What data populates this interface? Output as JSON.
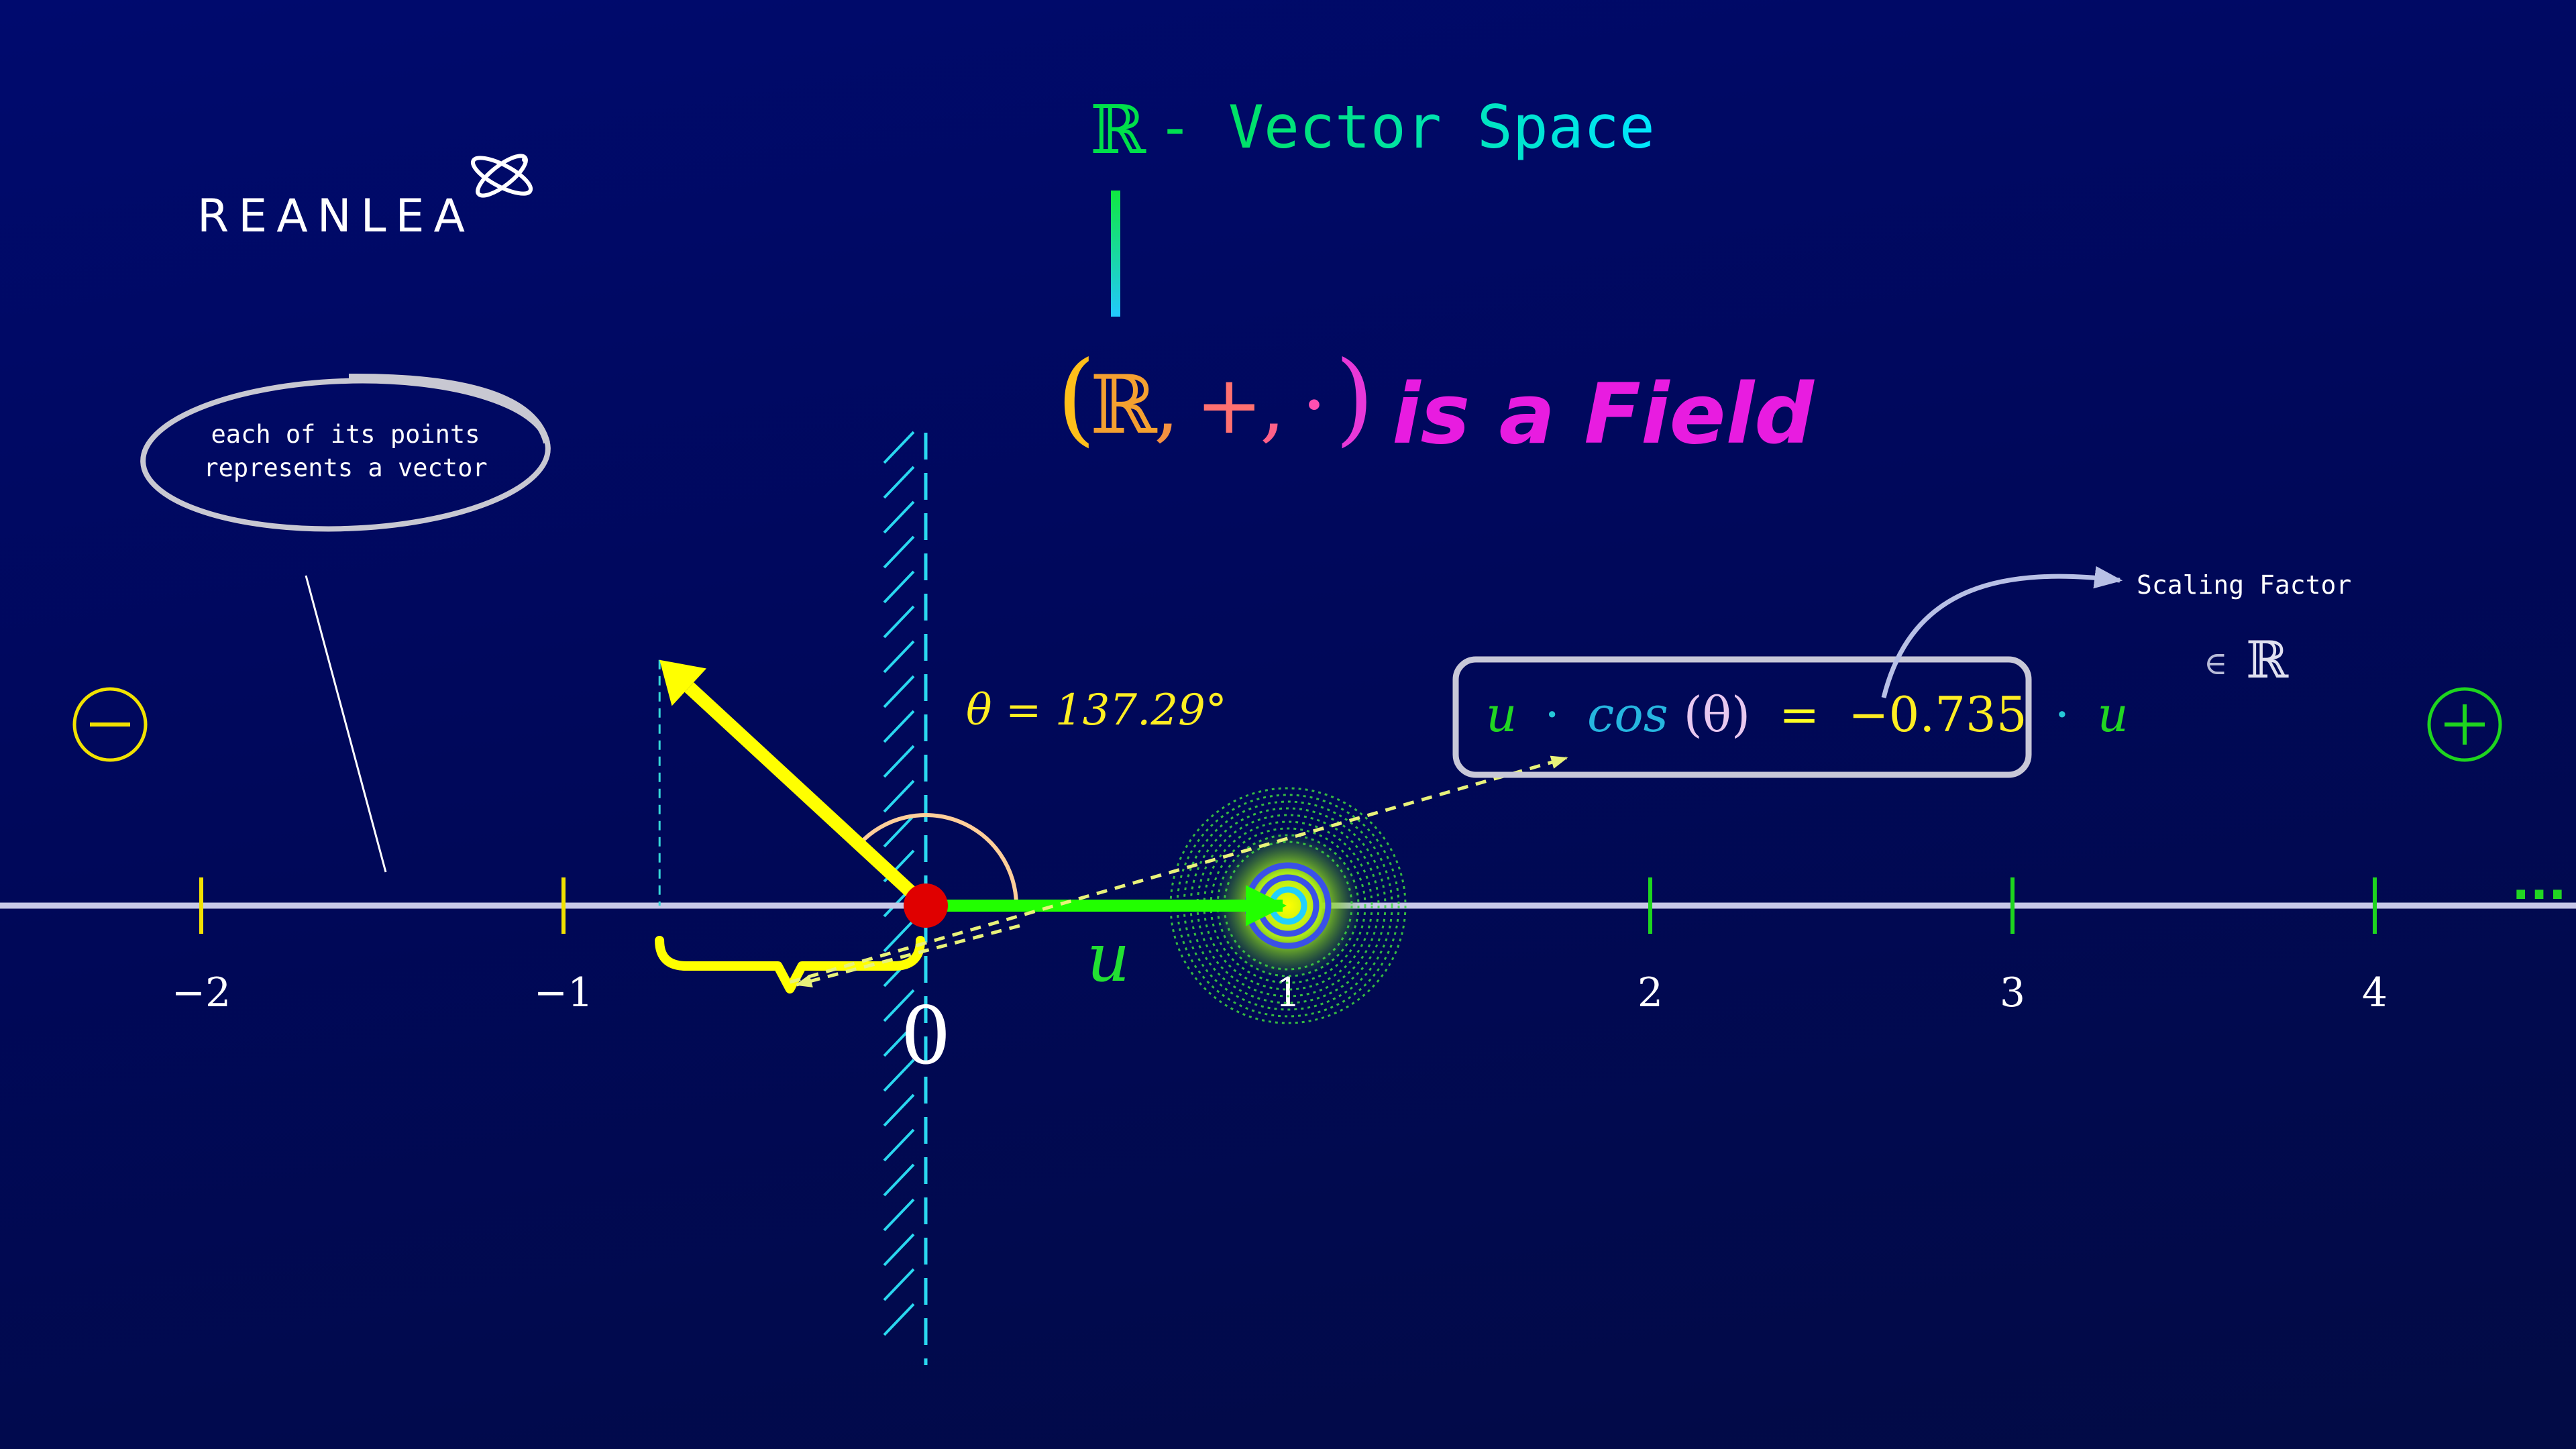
{
  "title": {
    "symbol": "ℝ",
    "text": "- Vector Space",
    "colors": [
      "#00e04a",
      "#00e6ff"
    ]
  },
  "field_statement": {
    "open_paren": "(",
    "set": "ℝ",
    "comma1": ",",
    "plus": "+",
    "comma2": ",",
    "dot": "·",
    "close_paren": ")",
    "caption": "is a Field",
    "caption_color": "#e81ce0"
  },
  "logo": {
    "text": "REANLEA"
  },
  "callout": {
    "line1": "each of its points",
    "line2": "represents a vector"
  },
  "angle_label": "θ = 137.29°",
  "equation": {
    "u1": "u",
    "dot1": "·",
    "func": "cos",
    "arg": "(θ)",
    "equals": "=",
    "value": "−0.735",
    "dot2": "·",
    "u2": "u"
  },
  "scaling": {
    "label": "Scaling Factor",
    "element_of": "∈",
    "set": "ℝ"
  },
  "signs": {
    "minus": "−",
    "plus": "+"
  },
  "ellipsis": "...",
  "vector_label": "u",
  "number_line": {
    "ticks": [
      {
        "value": -2,
        "label": "−2"
      },
      {
        "value": -1,
        "label": "−1"
      },
      {
        "value": 0,
        "label": "0"
      },
      {
        "value": 1,
        "label": "1"
      },
      {
        "value": 2,
        "label": "2"
      },
      {
        "value": 3,
        "label": "3"
      },
      {
        "value": 4,
        "label": "4"
      }
    ],
    "negative_color": "#f2e200",
    "positive_color": "#1ed61e"
  },
  "vectors": {
    "u": {
      "from": 0,
      "to": 1,
      "color": "#22ff00"
    },
    "v": {
      "angle_deg": 137.29,
      "length": 1,
      "color": "#ffff00"
    },
    "projection": -0.735
  }
}
